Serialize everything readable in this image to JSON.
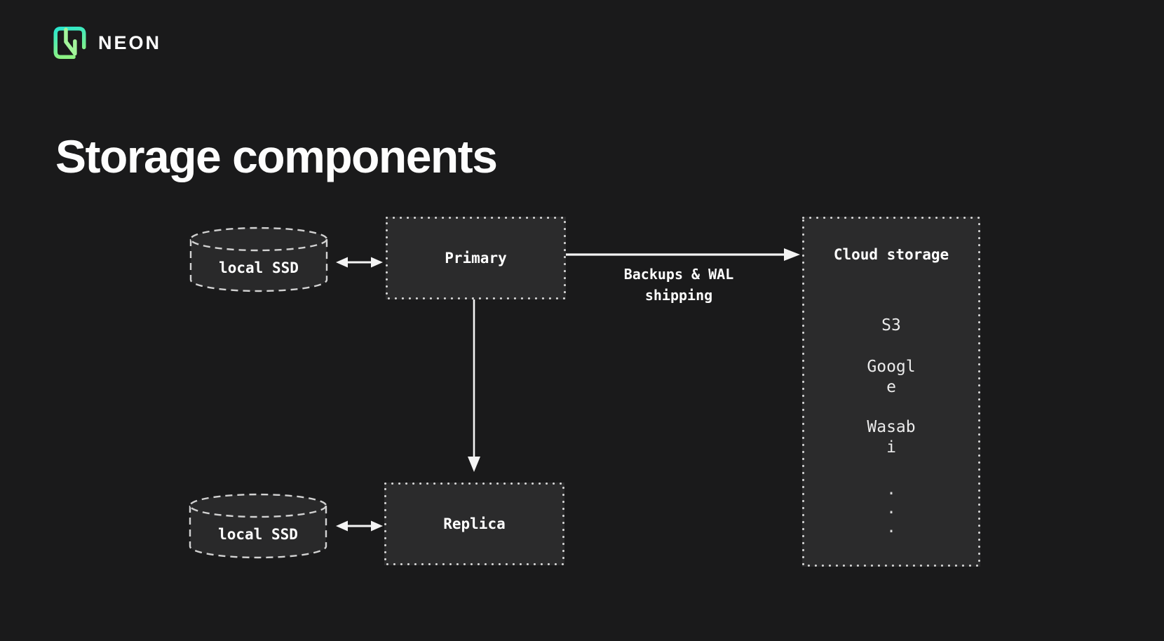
{
  "slide": {
    "wordmark": "NEON",
    "title": "Storage components"
  },
  "diagram": {
    "ssd_top_label": "local SSD",
    "ssd_bottom_label": "local SSD",
    "primary_label": "Primary",
    "replica_label": "Replica",
    "backups_arrow_label": "Backups & WAL shipping",
    "cloud": {
      "title": "Cloud storage",
      "providers": [
        "S3",
        "Google",
        "Wasabi"
      ],
      "more_dots": [
        ".",
        ".",
        "."
      ]
    }
  },
  "colors": {
    "background": "#1a1a1b",
    "node_fill": "#2b2b2c",
    "cylinder_fill": "#29292a",
    "dotted_border": "#d6d6d6",
    "text_primary": "#ffffff",
    "arrow": "#f4f4f4",
    "logo_gradient_start": "#29e6cd",
    "logo_gradient_end": "#8df283",
    "logo_n_green": "#a3f59b"
  }
}
